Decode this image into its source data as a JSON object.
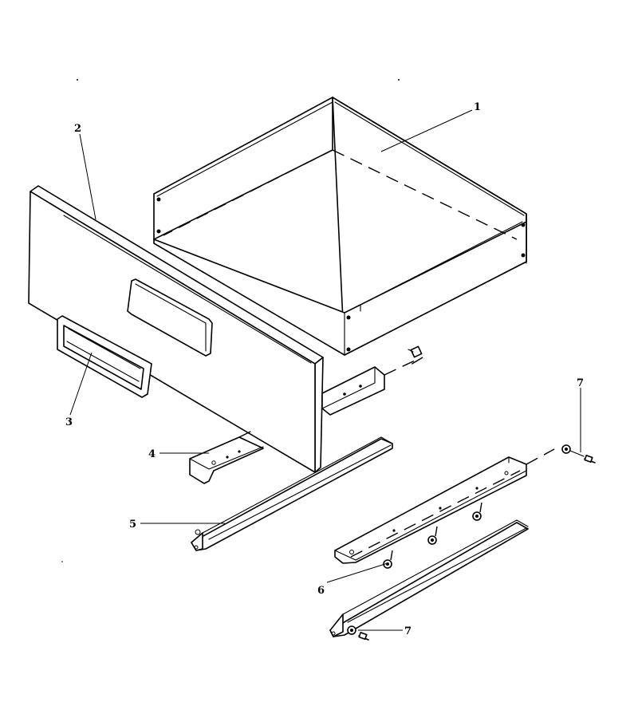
{
  "diagram": {
    "callouts": [
      {
        "id": "1",
        "label": "1"
      },
      {
        "id": "2",
        "label": "2"
      },
      {
        "id": "3",
        "label": "3"
      },
      {
        "id": "4",
        "label": "4"
      },
      {
        "id": "5",
        "label": "5"
      },
      {
        "id": "6",
        "label": "6"
      },
      {
        "id": "7a",
        "label": "7"
      },
      {
        "id": "7b",
        "label": "7"
      }
    ],
    "parts": [
      {
        "name": "drawer-box"
      },
      {
        "name": "drawer-front-panel"
      },
      {
        "name": "drawer-handle"
      },
      {
        "name": "left-inner-rail"
      },
      {
        "name": "left-outer-rail"
      },
      {
        "name": "right-inner-rail"
      },
      {
        "name": "right-outer-rail"
      },
      {
        "name": "fasteners"
      }
    ]
  }
}
